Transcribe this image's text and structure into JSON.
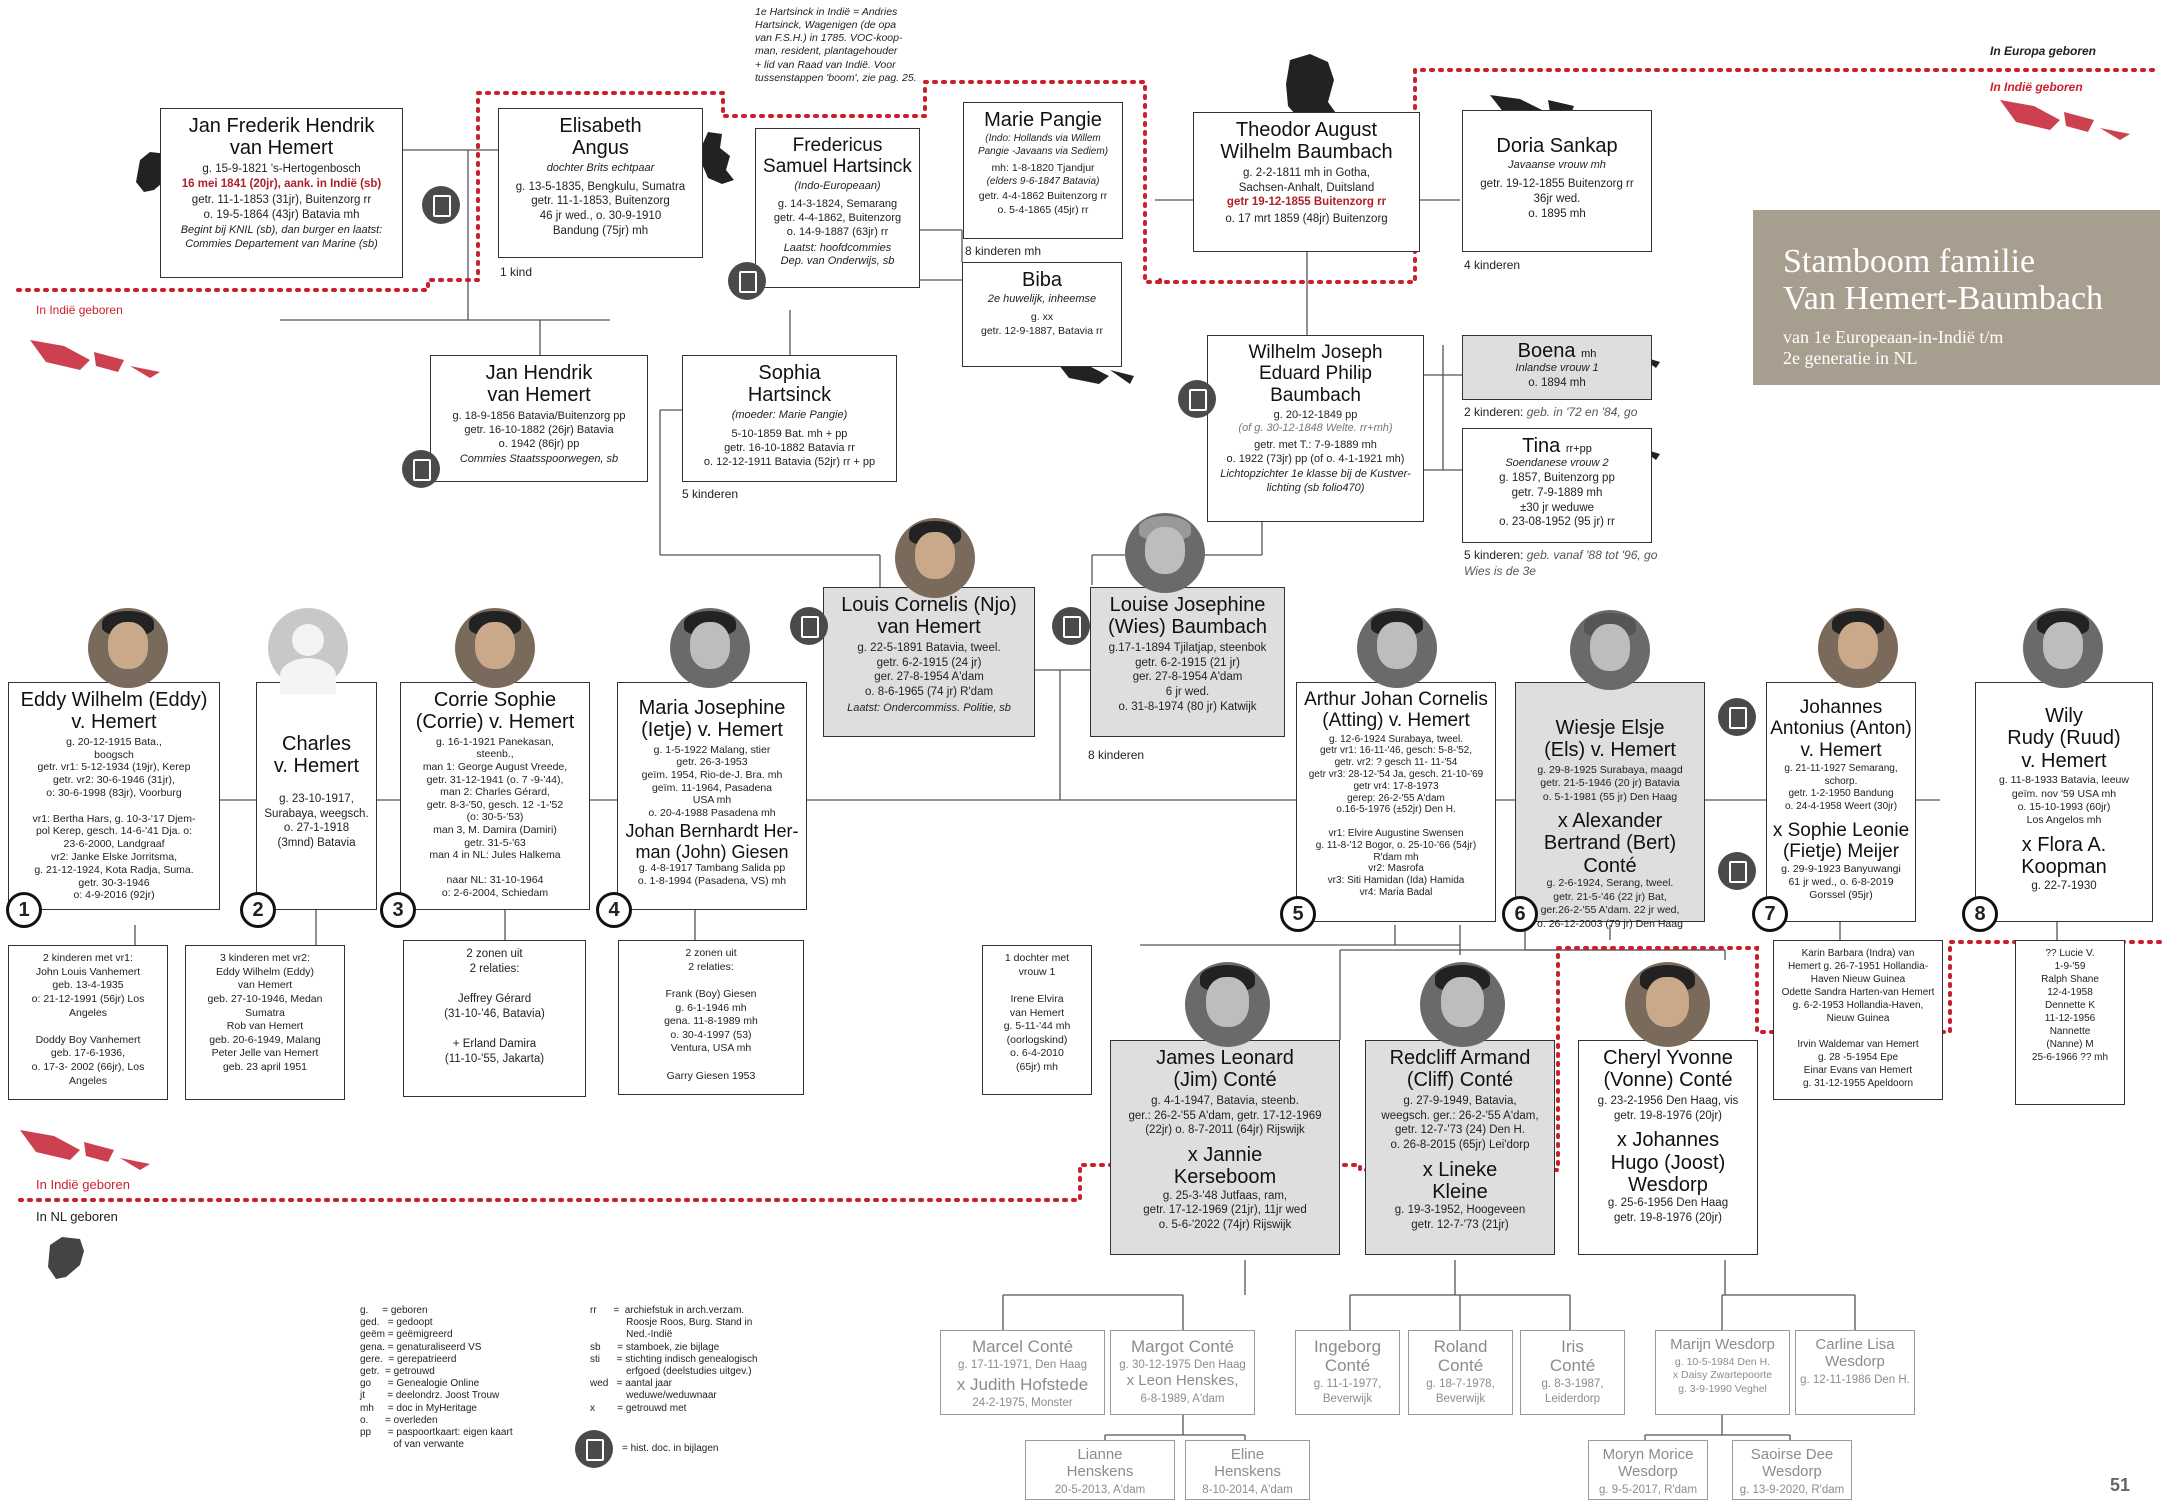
{
  "title": {
    "main_line1": "Stamboom familie",
    "main_line2": "Van Hemert-Baumbach",
    "sub_line1": "van 1e Europeaan-in-Indië t/m",
    "sub_line2": "2e generatie in NL",
    "bg_color": "#a89e8f"
  },
  "zones": {
    "europe_born": "In Europa geboren",
    "indie_born_top": "In Indië geboren",
    "indie_born_left": "In Indië geboren",
    "indie_born_bottom": "In Indië geboren",
    "nl_born": "In NL geboren",
    "line_color": "#cc1f2d"
  },
  "top_note": "1e Hartsinck in Indië = Andries\nHartsinck, Wagenigen (de opa\nvan F.S.H.) in 1785. VOC-koop-\nman, resident, plantagehouder\n+ lid van Raad van Indië. Voor\ntussenstappen 'boom', zie pag. 25.",
  "people": {
    "jan_frederik": {
      "name": "Jan Frederik Hendrik\nvan Hemert",
      "lines": "g. 15-9-1821 's-Hertogenbosch",
      "red": "16 mei 1841 (20jr), aank. in Indië (sb)",
      "lines2": "getr. 11-1-1853 (31jr), Buitenzorg rr\no. 19-5-1864 (43jr) Batavia mh",
      "note": "Begint bij KNIL (sb), dan burger en laatst:\nCommies Departement van Marine (sb)"
    },
    "elisabeth": {
      "name": "Elisabeth\nAngus",
      "note": "dochter Brits echtpaar",
      "lines": "g. 13-5-1835, Bengkulu, Sumatra\ngetr. 11-1-1853, Buitenzorg\n46 jr wed., o. 30-9-1910\nBandung (75jr) mh"
    },
    "fredericus": {
      "name": "Fredericus\nSamuel Hartsinck",
      "note": "(Indo-Europeaan)",
      "lines": "g. 14-3-1824, Semarang\ngetr. 4-4-1862, Buitenzorg\no. 14-9-1887 (63jr) rr",
      "note2": "Laatst: hoofdcommies\nDep. van Onderwijs, sb"
    },
    "marie": {
      "name": "Marie Pangie",
      "note": "(Indo: Hollands via Willem\nPangie -Javaans via Sediem)",
      "lines": "mh: 1-8-1820 Tjandjur",
      "note2": "(elders 9-6-1847 Batavia)",
      "lines2": "getr. 4-4-1862 Buitenzorg rr\no. 5-4-1865 (45jr) rr"
    },
    "biba": {
      "name": "Biba",
      "note": "2e huwelijk, inheemse",
      "lines": "g. xx\ngetr. 12-9-1887, Batavia rr"
    },
    "theodor": {
      "name": "Theodor August\nWilhelm Baumbach",
      "lines": "g. 2-2-1811 mh in  Gotha,\nSachsen-Anhalt, Duitsland",
      "red": "getr 19-12-1855 Buitenzorg rr",
      "lines2": "o. 17 mrt 1859 (48jr) Buitenzorg"
    },
    "doria": {
      "name": "Doria Sankap",
      "note": "Javaanse vrouw mh",
      "lines": "getr. 19-12-1855 Buitenzorg rr\n36jr wed.\no. 1895 mh"
    },
    "jan_hendrik": {
      "name": "Jan Hendrik\nvan Hemert",
      "lines": "g. 18-9-1856 Batavia/Buitenzorg pp\ngetr. 16-10-1882 (26jr) Batavia\no. 1942 (86jr) pp",
      "note": "Commies Staatsspoorwegen, sb"
    },
    "sophia": {
      "name": "Sophia\nHartsinck",
      "note": "(moeder: Marie Pangie)",
      "lines": "5-10-1859 Bat. mh + pp\ngetr. 16-10-1882 Batavia rr\no. 12-12-1911 Batavia (52jr) rr + pp"
    },
    "wilhelm": {
      "name": "Wilhelm Joseph\nEduard Philip\nBaumbach",
      "lines": "g. 20-12-1849 pp",
      "note": "(of g. 30-12-1848 Welte. rr+mh)",
      "lines2": "getr. met T.: 7-9-1889 mh\no. 1922 (73jr) pp (of o. 4-1-1921 mh)",
      "note2": "Lichtopzichter 1e klasse bij de Kustver-\nlichting (sb folio470)"
    },
    "boena": {
      "name": "Boena",
      "suffix": "mh",
      "note": "Inlandse vrouw 1",
      "lines": "o. 1894 mh"
    },
    "tina": {
      "name": "Tina",
      "suffix": "rr+pp",
      "note": "Soendanese vrouw 2",
      "lines": "g. 1857, Buitenzorg pp\ngetr. 7-9-1889 mh\n±30 jr weduwe\no. 23-08-1952 (95 jr) rr"
    },
    "louis": {
      "name": "Louis Cornelis (Njo)\nvan Hemert",
      "lines": "g. 22-5-1891 Batavia, tweel.\ngetr. 6-2-1915 (24 jr)\nger. 27-8-1954 A'dam\no. 8-6-1965 (74 jr) R'dam",
      "note": "Laatst: Ondercommiss. Politie, sb"
    },
    "louise": {
      "name": "Louise Josephine\n(Wies) Baumbach",
      "lines": "g.17-1-1894 Tjilatjap, steenbok\ngetr. 6-2-1915 (21 jr)\nger. 27-8-1954 A'dam\n6 jr wed.\no. 31-8-1974 (80 jr) Katwijk"
    },
    "eddy": {
      "name": "Eddy Wilhelm (Eddy)\nv. Hemert",
      "lines": "g. 20-12-1915 Bata.,\nboogsch\ngetr. vr1: 5-12-1934 (19jr), Kerep\ngetr. vr2: 30-6-1946 (31jr),\no: 30-6-1998 (83jr), Voorburg\n\nvr1: Bertha Hars, g. 10-3-'17 Djem-\npol Kerep, gesch. 14-6-'41 Dja. o:\n23-6-2000, Landgraaf\nvr2: Janke Elske Jorritsma,\ng. 21-12-1924, Kota Radja, Suma.\ngetr. 30-3-1946\no: 4-9-2016 (92jr)"
    },
    "charles": {
      "name": "Charles\nv. Hemert",
      "lines": "g. 23-10-1917,\nSurabaya, weegsch.\no. 27-1-1918\n(3mnd) Batavia"
    },
    "corrie": {
      "name": "Corrie Sophie\n(Corrie) v. Hemert",
      "lines": "g. 16-1-1921 Panekasan,\nsteenb.,\nman 1: George August Vreede,\ngetr. 31-12-1941 (o. 7 -9-'44),\nman 2: Charles Gérard,\ngetr. 8-3-'50, gesch. 12 -1-'52\n(o: 30-5-'53)\nman 3, M. Damira (Damiri)\ngetr. 31-5-'63\nman 4 in NL: Jules Halkema\n\nnaar NL: 31-10-1964\no: 2-6-2004, Schiedam"
    },
    "maria": {
      "name": "Maria Josephine\n(Ietje) v. Hemert",
      "lines": "g. 1-5-1922 Malang, stier\ngetr. 26-3-1953\ngeïm. 1954, Rio-de-J. Bra. mh\ngeïm. 11-1964, Pasadena\nUSA mh\no. 20-4-1988 Pasadena mh",
      "spouse": "Johan Bernhardt Her-\nman (John) Giesen",
      "spouse_lines": "g. 4-8-1917 Tambang Salida pp\no. 1-8-1994 (Pasadena, VS) mh"
    },
    "arthur": {
      "name": "Arthur Johan Cornelis\n(Atting) v. Hemert",
      "lines": "g. 12-6-1924 Surabaya, tweel.\ngetr vr1: 16-11-'46, gesch: 5-8-'52,\ngetr. vr2: ? gesch 11- 11-'54\ngetr vr3:  28-12-'54 Ja, gesch. 21-10-'69\ngetr vr4: 17-8-1973\ngerep: 26-2-'55 A'dam\no.16-5-1976 (±52jr) Den H.\n\nvr1: Elvire Augustine Swensen\ng. 11-8-'12 Bogor, o. 25-10-'66 (54jr)\nR'dam mh\nvr2: Masrofa\nvr3: Siti Hamidan (Ida) Hamida\nvr4: Maria Badal"
    },
    "wiesje": {
      "name": "Wiesje Elsje\n(Els) v. Hemert",
      "lines": "g. 29-8-1925 Surabaya, maagd\ngetr. 21-5-1946 (20 jr) Batavia\no. 5-1-1981 (55 jr) Den Haag",
      "spouse": "x Alexander\nBertrand (Bert) Conté",
      "spouse_lines": "g. 2-6-1924, Serang, tweel.\ngetr. 21-5-'46 (22 jr) Bat,\nger.26-2-'55 A'dam. 22 jr wed,\no. 26-12-2003 (79 jr) Den Haag"
    },
    "johannes": {
      "name": "Johannes\nAntonius (Anton)\nv. Hemert",
      "lines": "g. 21-11-1927 Semarang, schorp.\ngetr. 1-2-1950 Bandung\no. 24-4-1958 Weert (30jr)",
      "spouse": "x Sophie Leonie\n(Fietje) Meijer",
      "spouse_lines": "g. 29-9-1923 Banyuwangi\n61 jr wed., o. 6-8-2019\nGorssel (95jr)"
    },
    "wily": {
      "name": "Wily\nRudy (Ruud)\nv. Hemert",
      "lines": "g. 11-8-1933  Batavia, leeuw\ngeïm. nov '59 USA mh\no. 15-10-1993 (60jr)\nLos Angelos mh",
      "spouse": "x Flora A.\nKoopman",
      "spouse_lines": "g. 22-7-1930"
    },
    "james": {
      "name": "James Leonard\n(Jim) Conté",
      "lines": "g. 4-1-1947, Batavia, steenb.\nger.: 26-2-'55 A'dam, getr. 17-12-1969\n(22jr) o. 8-7-2011 (64jr) Rijswijk",
      "spouse": "x  Jannie\nKerseboom",
      "spouse_lines": "g. 25-3-'48 Jutfaas, ram,\ngetr. 17-12-1969 (21jr), 11jr wed\no. 5-6-'2022 (74jr) Rijswijk"
    },
    "redcliff": {
      "name": "Redcliff Armand\n(Cliff) Conté",
      "lines": "g. 27-9-1949, Batavia,\nweegsch. ger.: 26-2-'55 A'dam,\ngetr. 12-7-'73 (24) Den H.\no. 26-8-2015 (65jr) Lei'dorp",
      "spouse": "x  Lineke\nKleine",
      "spouse_lines": "g. 19-3-1952, Hoogeveen\ngetr. 12-7-'73 (21jr)"
    },
    "cheryl": {
      "name": "Cheryl Yvonne\n(Vonne) Conté",
      "lines": "g. 23-2-1956 Den Haag, vis\ngetr. 19-8-1976 (20jr)",
      "spouse": "x  Johannes\nHugo (Joost)\nWesdorp",
      "spouse_lines": "g. 25-6-1956 Den Haag\ngetr. 19-8-1976 (20jr)"
    }
  },
  "labels": {
    "one_child": "1 kind",
    "eight_children_top": "8  kinderen mh",
    "four_children": "4 kinderen",
    "five_children_left": "5 kinderen",
    "two_children": "2 kinderen:",
    "two_children_note": "geb. in '72 en '84, go",
    "five_children_right": "5 kinderen:",
    "five_children_right_note": "geb. vanaf '88 tot '96, go\nWies is de 3e",
    "eight_children_mid": "8 kinderen"
  },
  "numbers": [
    "1",
    "2",
    "3",
    "4",
    "5",
    "6",
    "7",
    "8"
  ],
  "child_boxes": {
    "eddy": "2 kinderen met vr1:\nJohn Louis Vanhemert\ngeb. 13-4-1935\no: 21-12-1991 (56jr) Los\nAngeles\n\nDoddy Boy Vanhemert\ngeb. 17-6-1936,\no. 17-3- 2002 (66jr),  Los Angeles",
    "charles": "3 kinderen met vr2:\nEddy Wilhelm (Eddy)\nvan Hemert\ngeb. 27-10-1946, Medan\nSumatra\nRob van Hemert\ngeb. 20-6-1949, Malang\nPeter Jelle van Hemert\ngeb. 23 april 1951",
    "corrie": "2 zonen uit\n2 relaties:\n\nJeffrey Gérard\n(31-10-'46, Batavia)\n\n+ Erland Damira\n(11-10-'55, Jakarta)",
    "maria": "2 zonen uit\n2 relaties:\n\nFrank (Boy) Giesen\ng. 6-1-1946 mh\ngena. 11-8-1989 mh\no. 30-4-1997 (53)\nVentura, USA mh\n\nGarry Giesen 1953",
    "arthur": "1 dochter met\nvrouw 1\n\nIrene Elvira\nvan Hemert\ng. 5-11-'44 mh\n(oorlogskind)\no. 6-4-2010\n(65jr) mh",
    "johannes": "Karin Barbara (Indra) van\nHemert g. 26-7-1951 Hollandia-\nHaven Nieuw Guinea\nOdette Sandra Harten-van Hemert\ng. 6-2-1953 Hollandia-Haven,\nNieuw Guinea\n\nIrvin Waldemar van Hemert\ng. 28 -5-1954 Epe\nEinar Evans van Hemert\ng. 31-12-1955 Apeldoorn",
    "wily": "?? Lucie V.\n1-9-'59\nRalph Shane\n12-4-1958\nDennette K\n11-12-1956\nNannette\n(Nanne) M\n25-6-1966 ?? mh"
  },
  "grandchildren": {
    "marcel": {
      "name": "Marcel Conté",
      "lines": "g. 17-11-1971, Den Haag",
      "spouse": "x Judith Hofstede",
      "spouse_lines": "24-2-1975, Monster"
    },
    "margot": {
      "name": "Margot Conté",
      "lines": "g. 30-12-1975 Den Haag",
      "spouse": "x Leon Henskes,",
      "spouse_lines": "6-8-1989, A'dam"
    },
    "ingeborg": {
      "name": "Ingeborg\nConté",
      "lines": "g. 11-1-1977,\nBeverwijk"
    },
    "roland": {
      "name": "Roland\nConté",
      "lines": "g. 18-7-1978,\nBeverwijk"
    },
    "iris": {
      "name": "Iris\nConté",
      "lines": "g. 8-3-1987,\nLeiderdorp"
    },
    "marijn": {
      "name": "Marijn Wesdorp",
      "lines": "g. 10-5-1984 Den H.\nx Daisy Zwartepoorte\ng. 3-9-1990 Veghel"
    },
    "carline": {
      "name": "Carline Lisa\nWesdorp",
      "lines": "g. 12-11-1986 Den H."
    },
    "lianne": {
      "name": "Lianne\nHenskens",
      "lines": "20-5-2013, A'dam"
    },
    "eline": {
      "name": "Eline\nHenskens",
      "lines": "8-10-2014, A'dam"
    },
    "moryn": {
      "name": "Moryn Morice\nWesdorp",
      "lines": "g. 9-5-2017, R'dam"
    },
    "saoirse": {
      "name": "Saoirse Dee\nWesdorp",
      "lines": "g. 13-9-2020, R'dam"
    }
  },
  "legend": {
    "col1": "g.     = geboren\nged.   = gedoopt\ngeëm = geëmigreerd\ngena. = genaturaliseerd VS\ngere.  = gerepatrieerd\ngetr.  = getrouwd\ngo      = Genealogie Online\njt        = deelondrz. Joost Trouw\nmh     = doc in MyHeritage\no.      = overleden\npp      = paspoortkaart: eigen kaart\n            of van verwante",
    "col2": "rr      =  archiefstuk in arch.verzam.\n             Roosje Roos, Burg. Stand in\n             Ned.-Indië\nsb      = stamboek, zie bijlage\nsti      = stichting indisch genealogisch\n             erfgoed (deelstudies uitgev.)\nwed   = aantal jaar\n             weduwe/weduwnaar\nx        = getrouwd met",
    "doc_note": "= hist. doc. in bijlagen"
  },
  "page_number": "51"
}
